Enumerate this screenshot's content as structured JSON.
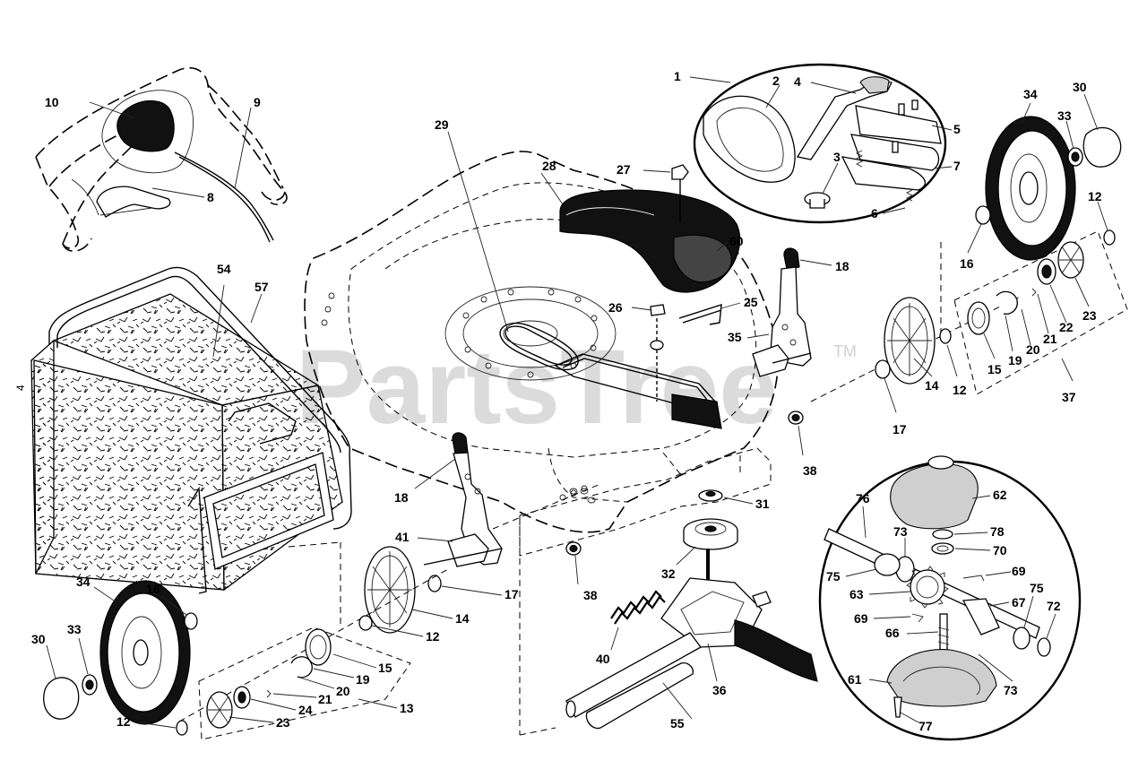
{
  "watermark": {
    "text": "PartsTree",
    "tm": "TM"
  },
  "orientation_mark": "4",
  "parts": {
    "bag": {
      "frame": "54",
      "bag": "57"
    },
    "handle": {
      "grip": "10",
      "cable": "9",
      "bracket": "8"
    },
    "deck": {
      "deck": "29",
      "cover": "28",
      "bolt": "27",
      "cover_insert": "60",
      "bolt_small": "26",
      "rod": "25"
    },
    "height_adjuster_right": {
      "knob": "18",
      "lever": "35",
      "spacer": "38"
    },
    "height_adjuster_left": {
      "knob": "18",
      "lever": "41",
      "spacer": "38"
    },
    "drive_control": {
      "assembly": "1",
      "cover": "2",
      "lever": "4",
      "knob": "3",
      "plate": "5",
      "spring": "6",
      "base": "7"
    },
    "rear_wheel_right": {
      "wheel": "34",
      "cap": "30",
      "nut": "33",
      "washer": "12",
      "washer2": "16",
      "hub": "14",
      "washer3": "17"
    },
    "rear_wheel_right_kit": {
      "kit": "37",
      "cup": "15",
      "clip": "19",
      "spring": "20",
      "pin": "21",
      "bearing": "22",
      "pinion": "23",
      "washer": "12"
    },
    "rear_wheel_left": {
      "wheel": "34",
      "cap": "30",
      "nut": "33",
      "washer": "12",
      "washer2": "16",
      "hub": "14",
      "washer3": "17"
    },
    "rear_wheel_left_kit": {
      "kit": "13",
      "cup": "15",
      "clip": "19",
      "spring": "20",
      "pin": "21",
      "pinion": "23",
      "bearing": "24",
      "washer": "12"
    },
    "drive": {
      "nut": "31",
      "pulley": "32",
      "transmission": "36",
      "spring": "40",
      "tube": "55"
    },
    "transmission_detail": {
      "housing_top": "62",
      "seal": "78",
      "bearing": "70",
      "shaft": "76",
      "gear_left": "73",
      "bushing": "75",
      "clip": "69",
      "gear": "63",
      "pawl": "67",
      "bushing2": "75",
      "washer": "72",
      "clip2": "69",
      "shaft_vertical": "66",
      "housing_bottom": "61",
      "screw": "77",
      "gear_right": "73"
    }
  }
}
